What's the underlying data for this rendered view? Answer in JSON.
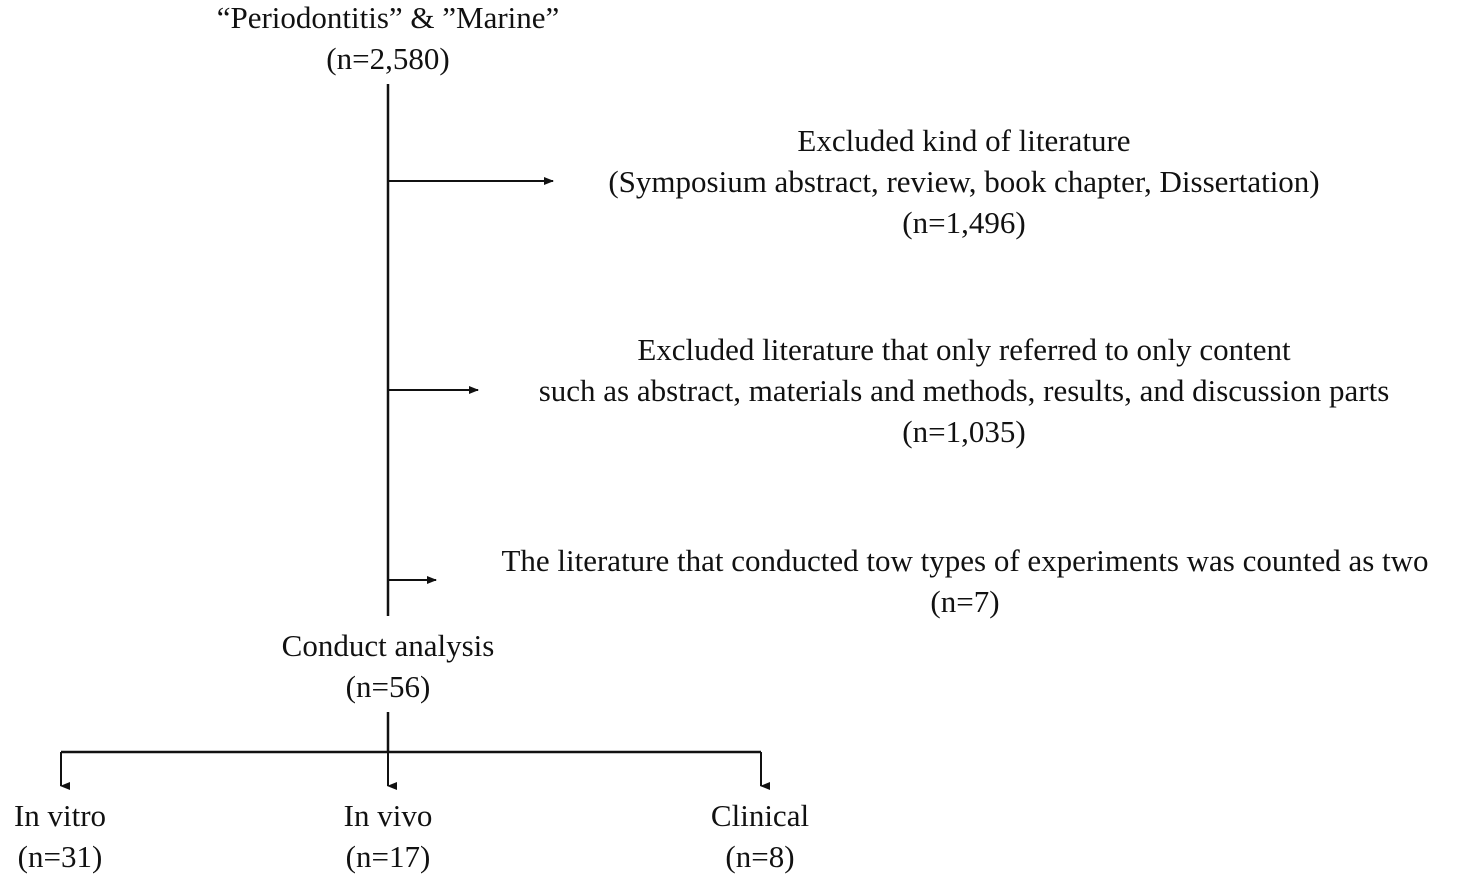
{
  "start": {
    "query": "“Periodontitis” & ”Marine”",
    "count": "(n=2,580)"
  },
  "exclusions": [
    {
      "lines": [
        "Excluded kind of literature",
        "(Symposium abstract, review, book chapter, Dissertation)"
      ],
      "count": "(n=1,496)"
    },
    {
      "lines": [
        "Excluded literature that only referred to only content",
        "such as abstract, materials and methods, results, and discussion parts"
      ],
      "count": "(n=1,035)"
    },
    {
      "lines": [
        "The literature that conducted tow types of experiments was counted as two"
      ],
      "count": "(n=7)"
    }
  ],
  "analysis": {
    "label": "Conduct analysis",
    "count": "(n=56)"
  },
  "outcomes": [
    {
      "label": "In vitro",
      "count": "(n=31)"
    },
    {
      "label": "In vivo",
      "count": "(n=17)"
    },
    {
      "label": "Clinical",
      "count": "(n=8)"
    }
  ],
  "colors": {
    "line": "#111111",
    "text": "#111111",
    "background": "#ffffff"
  }
}
